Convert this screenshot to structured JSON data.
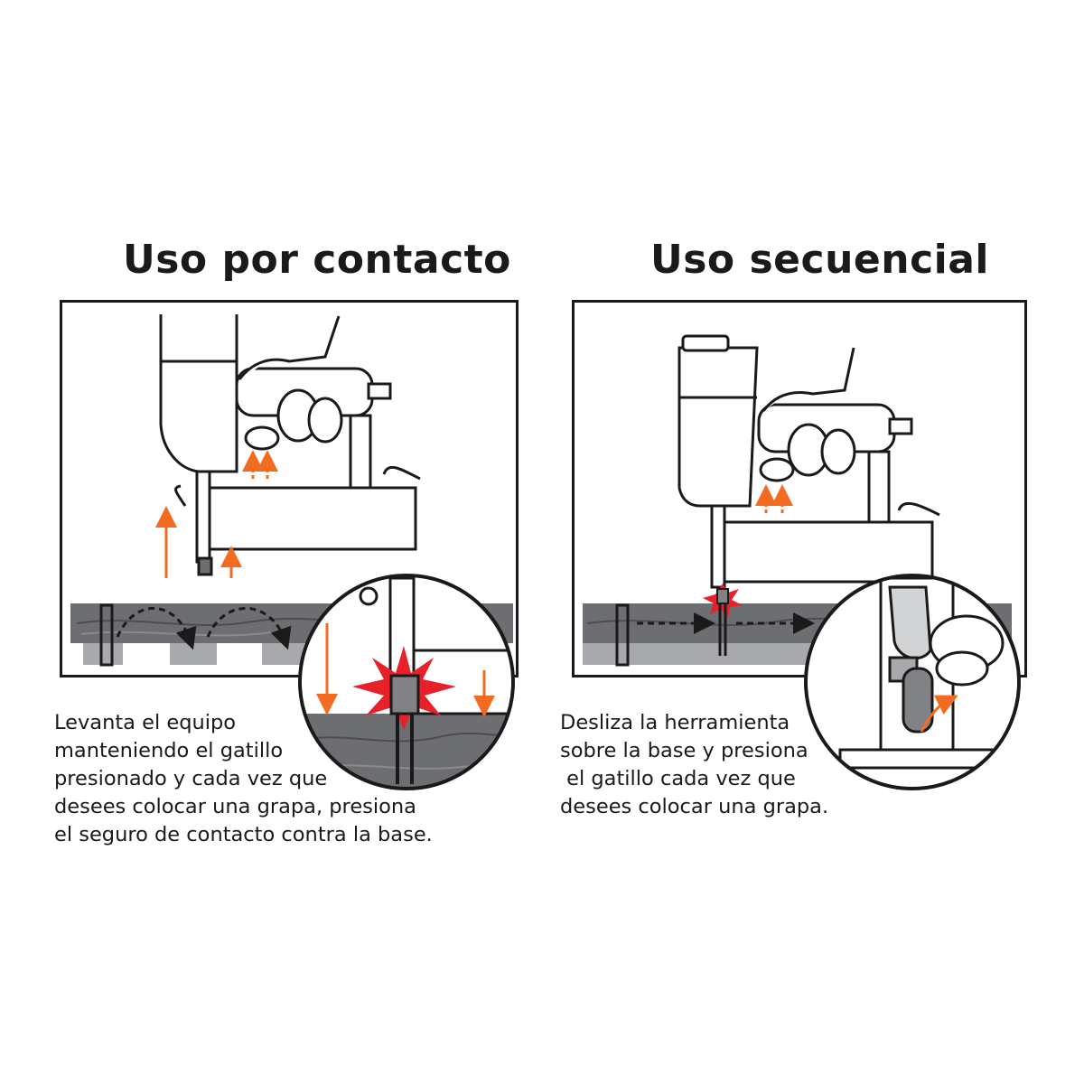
{
  "contact": {
    "title": "Uso por contacto",
    "description": "Levanta el equipo\nmanteniendo el gatillo\npresionado y cada vez que\ndesees colocar una grapa, presiona\nel seguro de contacto contra la base."
  },
  "sequential": {
    "title": "Uso secuencial",
    "description": "Desliza la herramienta\nsobre la base y presiona\n el gatillo cada vez que\ndesees colocar una grapa."
  },
  "colors": {
    "arrow_orange": "#f26b21",
    "impact_red": "#e8202a",
    "wood_gray": "#6d6e71",
    "outline": "#1a1a1a"
  }
}
